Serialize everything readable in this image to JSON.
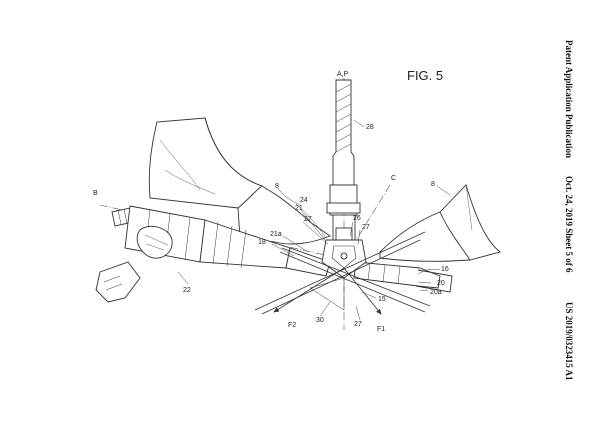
{
  "header": {
    "publication": "Patent Application Publication",
    "date_sheet": "Oct. 24, 2019  Sheet 5 of 6",
    "number": "US 2019/0323415 A1"
  },
  "figure": {
    "label": "FIG. 5",
    "refs": {
      "AP": "A,P",
      "B": "B",
      "C": "C",
      "r28": "28",
      "r8a": "8",
      "r8b": "8",
      "r24": "24",
      "r21": "21",
      "r27a": "27",
      "r26": "26",
      "r27b": "27",
      "r21a": "21a",
      "r18": "18",
      "r22": "22",
      "r16": "16",
      "r20": "20",
      "r20a": "20a",
      "r15": "15",
      "r30": "30",
      "r27c": "27",
      "F2": "F2",
      "F1": "F1"
    }
  }
}
